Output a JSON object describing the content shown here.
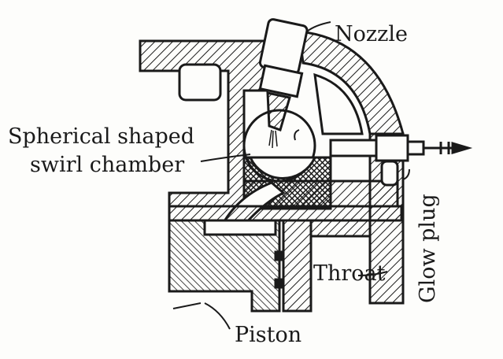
{
  "labels": {
    "nozzle": "Nozzle",
    "swirl_line1": "Spherical shaped",
    "swirl_line2": "swirl chamber",
    "throat": "Throat",
    "glow_plug": "Glow plug",
    "piston": "Piston"
  },
  "colors": {
    "ink": "#1a1a1a",
    "paper": "#fdfdfb"
  }
}
